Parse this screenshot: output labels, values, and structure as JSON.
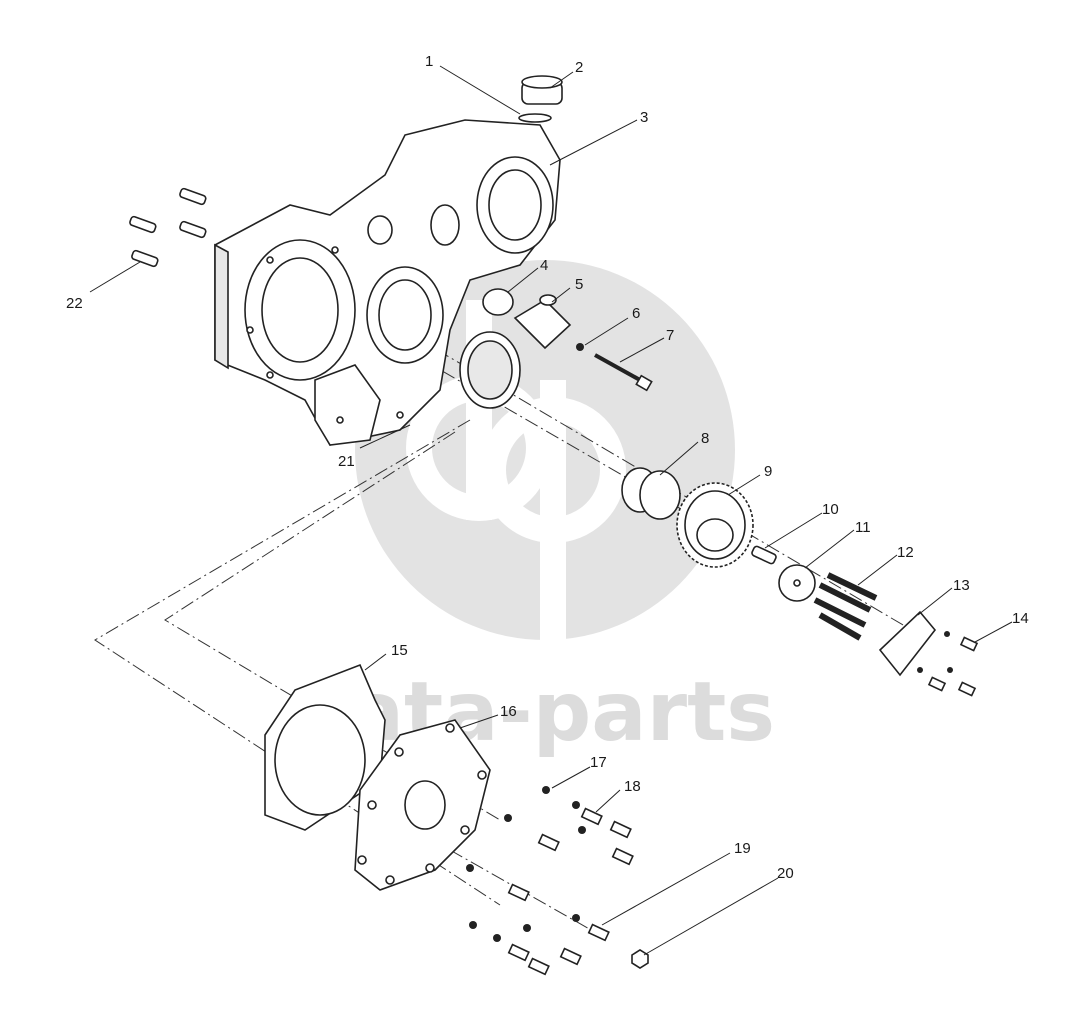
{
  "watermark": {
    "text": "data-parts",
    "logo_icon": "dp-logo-icon",
    "color": "#dcdcdc"
  },
  "callouts": [
    {
      "n": "1"
    },
    {
      "n": "2"
    },
    {
      "n": "3"
    },
    {
      "n": "4"
    },
    {
      "n": "5"
    },
    {
      "n": "6"
    },
    {
      "n": "7"
    },
    {
      "n": "8"
    },
    {
      "n": "9"
    },
    {
      "n": "10"
    },
    {
      "n": "11"
    },
    {
      "n": "12"
    },
    {
      "n": "13"
    },
    {
      "n": "14"
    },
    {
      "n": "15"
    },
    {
      "n": "16"
    },
    {
      "n": "17"
    },
    {
      "n": "18"
    },
    {
      "n": "19"
    },
    {
      "n": "20"
    },
    {
      "n": "21"
    },
    {
      "n": "22"
    }
  ]
}
